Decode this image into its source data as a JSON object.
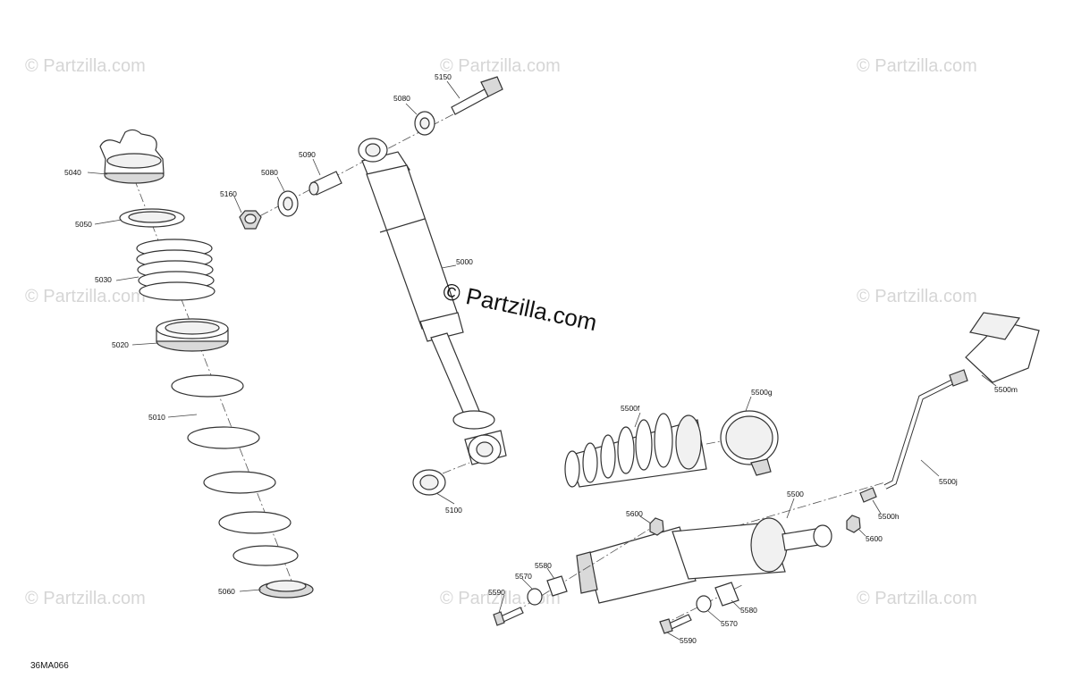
{
  "watermark": "© Partzilla.com",
  "diagram_code": "36MA066",
  "callouts": {
    "p5000": "5000",
    "p5010": "5010",
    "p5020": "5020",
    "p5030": "5030",
    "p5040": "5040",
    "p5050": "5050",
    "p5060": "5060",
    "p5080a": "5080",
    "p5080b": "5080",
    "p5090": "5090",
    "p5100": "5100",
    "p5150": "5150",
    "p5160": "5160",
    "p5500": "5500",
    "p5500f": "5500f",
    "p5500g": "5500g",
    "p5500h": "5500h",
    "p5500j": "5500j",
    "p5500m": "5500m",
    "p5570a": "5570",
    "p5570b": "5570",
    "p5580a": "5580",
    "p5580b": "5580",
    "p5590a": "5590",
    "p5590b": "5590",
    "p5600a": "5600",
    "p5600b": "5600"
  }
}
